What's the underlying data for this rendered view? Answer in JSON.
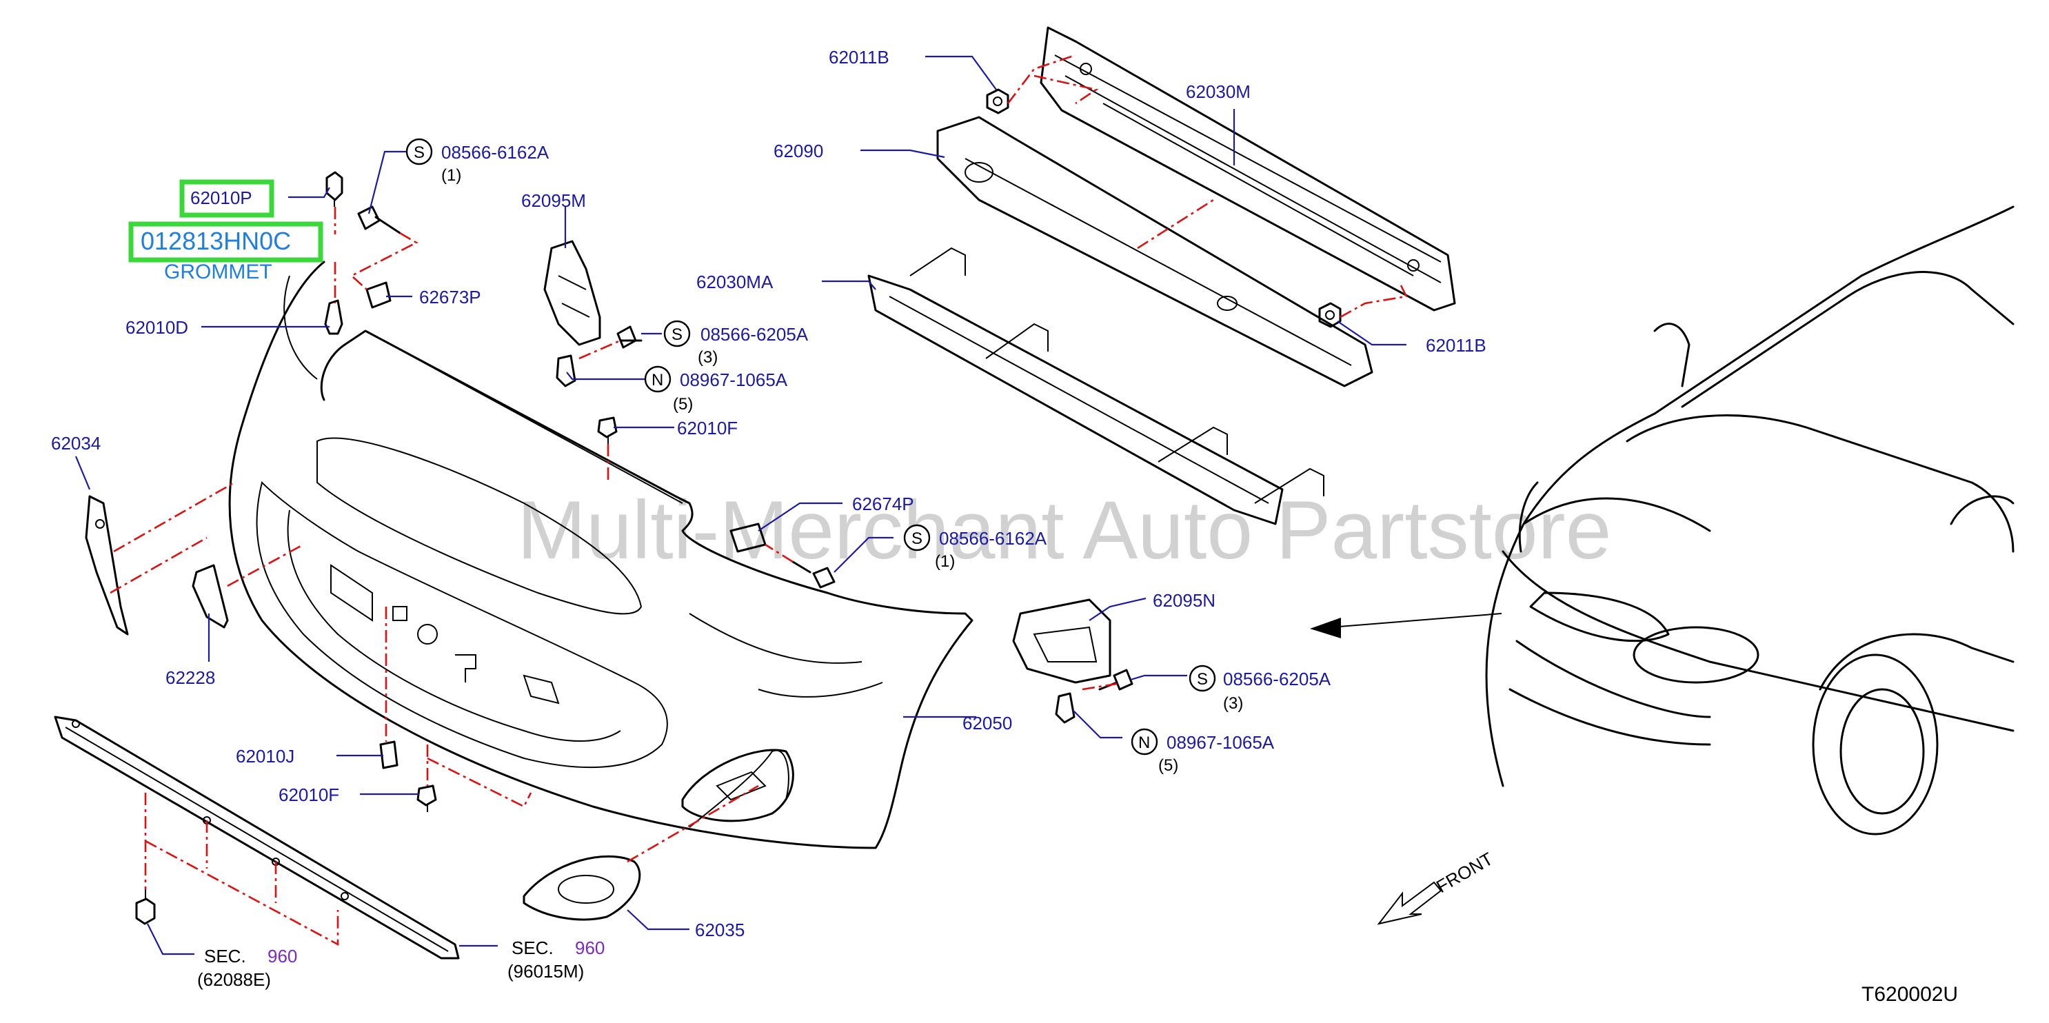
{
  "labels": {
    "p62011b_top": "62011B",
    "p62030m": "62030M",
    "p62090": "62090",
    "p62030ma": "62030MA",
    "p62011b_right": "62011B",
    "p62010p": "62010P",
    "p012813hn0c": "012813HN0C",
    "grommet": "GROMMET",
    "s08566_6162a_top": "08566-6162A",
    "p62095m": "62095M",
    "p62673p": "62673P",
    "p62010d": "62010D",
    "s08566_6205a_mid": "08566-6205A",
    "n08967_1065a_mid": "08967-1065A",
    "p62010f_top": "62010F",
    "p62034": "62034",
    "p62674p": "62674P",
    "s08566_6162a_mid": "08566-6162A",
    "p62228": "62228",
    "p62095n": "62095N",
    "s08566_6205a_right": "08566-6205A",
    "n08967_1065a_right": "08967-1065A",
    "p62050": "62050",
    "p62010j": "62010J",
    "p62010f_bottom": "62010F",
    "p62035": "62035",
    "sec_left": "SEC.",
    "sec_left_num": "960",
    "sec_left_ref": "(62088E)",
    "sec_right": "SEC.",
    "sec_right_num": "960",
    "sec_right_ref": "(96015M)",
    "front": "FRONT",
    "diagram_code": "T620002U"
  },
  "quantities": {
    "q_6162a_top": "(1)",
    "q_6205a_mid": "(3)",
    "q_1065a_mid": "(5)",
    "q_6162a_mid": "(1)",
    "q_6205a_right": "(3)",
    "q_1065a_right": "(5)"
  },
  "symbols": {
    "s": "S",
    "n": "N"
  },
  "watermark": "Multi-Merchant Auto Partstore",
  "colors": {
    "label_text": "#1a1aa6",
    "highlight_box": "#3ad83a",
    "highlight_text": "#1f7fe0",
    "dash_line": "#e01010",
    "section_number": "#7a2cc0"
  },
  "icons": [
    "front-arrow-icon",
    "direction-arrow-icon"
  ]
}
